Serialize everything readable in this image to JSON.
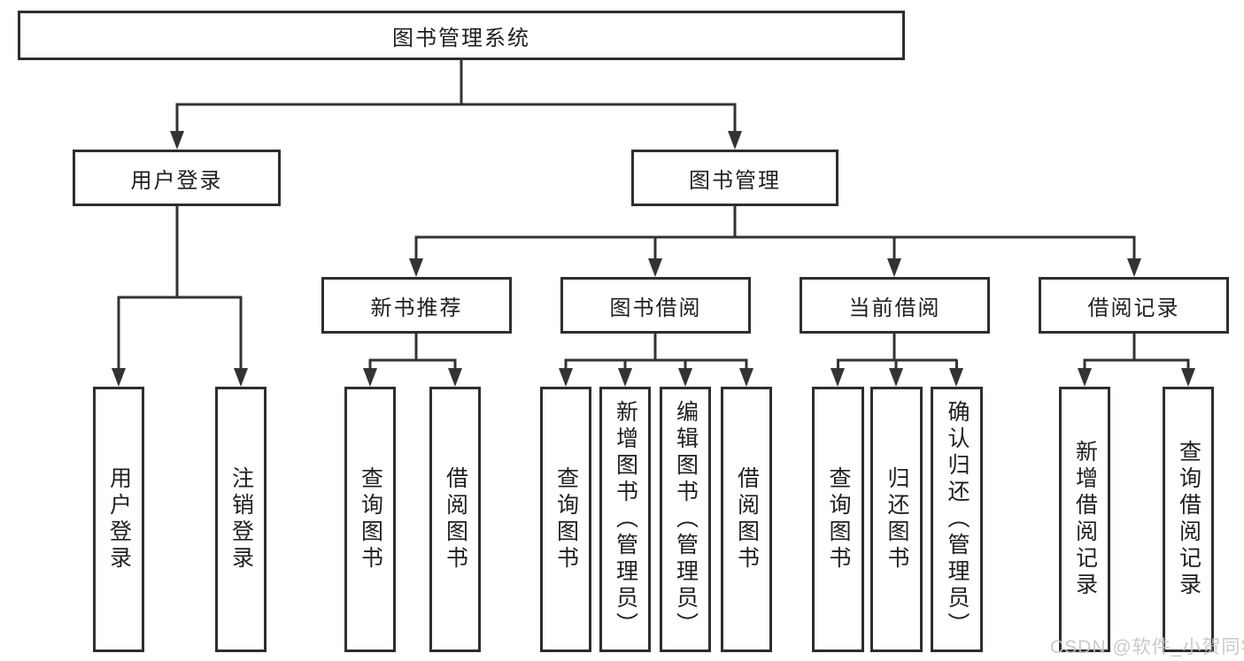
{
  "diagram": {
    "root": "图书管理系统",
    "level2": [
      {
        "label": "用户登录",
        "children": [
          "用户登录",
          "注销登录"
        ]
      },
      {
        "label": "图书管理",
        "children": [
          {
            "label": "新书推荐",
            "children": [
              "查询图书",
              "借阅图书"
            ]
          },
          {
            "label": "图书借阅",
            "children": [
              "查询图书",
              "新增图书（管理员）",
              "编辑图书（管理员）",
              "借阅图书"
            ]
          },
          {
            "label": "当前借阅",
            "children": [
              "查询图书",
              "归还图书",
              "确认归还（管理员）"
            ]
          },
          {
            "label": "借阅记录",
            "children": [
              "新增借阅记录",
              "查询借阅记录"
            ]
          }
        ]
      }
    ]
  },
  "watermark": "CSDN @软件_小贺同学",
  "colors": {
    "line": "#333333",
    "box_border": "#2e2e2e",
    "text": "#1f1f1f",
    "watermark": "#c5c5c5",
    "background": "#ffffff"
  }
}
